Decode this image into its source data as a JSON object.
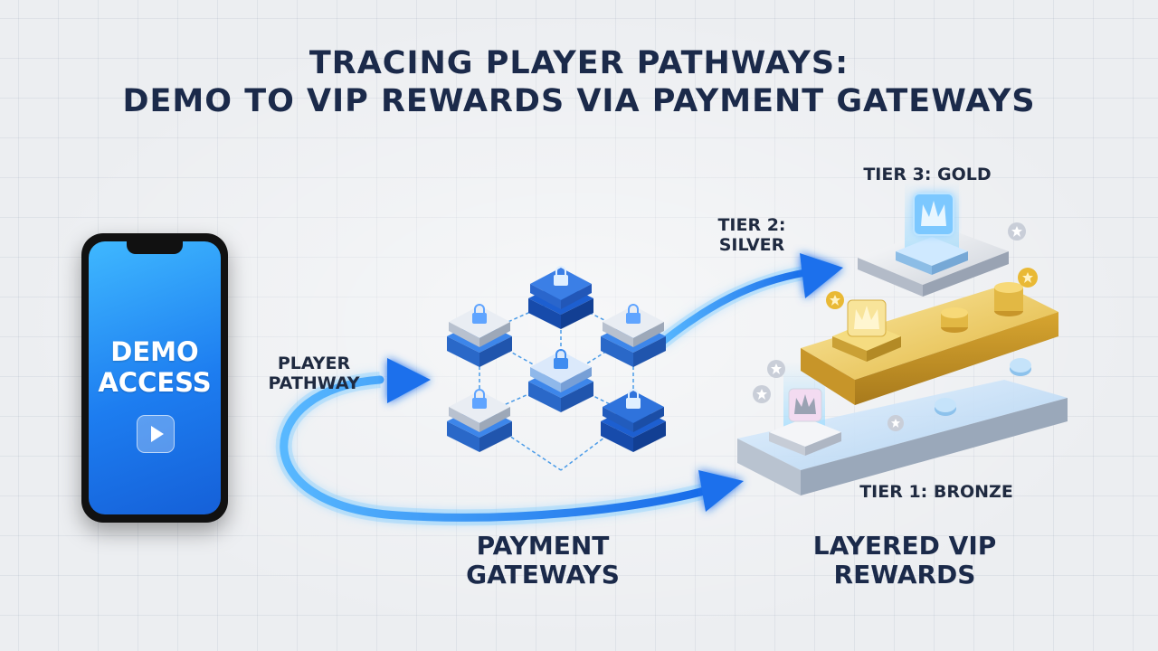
{
  "title_line1": "TRACING PLAYER PATHWAYS:",
  "title_line2": "DEMO TO VIP REWARDS VIA PAYMENT GATEWAYS",
  "phone": {
    "screen_line1": "DEMO",
    "screen_line2": "ACCESS",
    "play_icon": "play-icon"
  },
  "labels": {
    "player_pathway_1": "PLAYER",
    "player_pathway_2": "PATHWAY",
    "payment_1": "PAYMENT",
    "payment_2": "GATEWAYS",
    "tier2_1": "TIER 2:",
    "tier2_2": "SILVER",
    "tier3": "TIER 3: GOLD",
    "tier1": "TIER 1: BRONZE",
    "vip_1": "LAYERED VIP",
    "vip_2": "REWARDS"
  },
  "colors": {
    "title": "#1b2a4a",
    "arrow": "#1e7bf0",
    "gold": "#e9c14a",
    "silver": "#d7dbe2"
  }
}
